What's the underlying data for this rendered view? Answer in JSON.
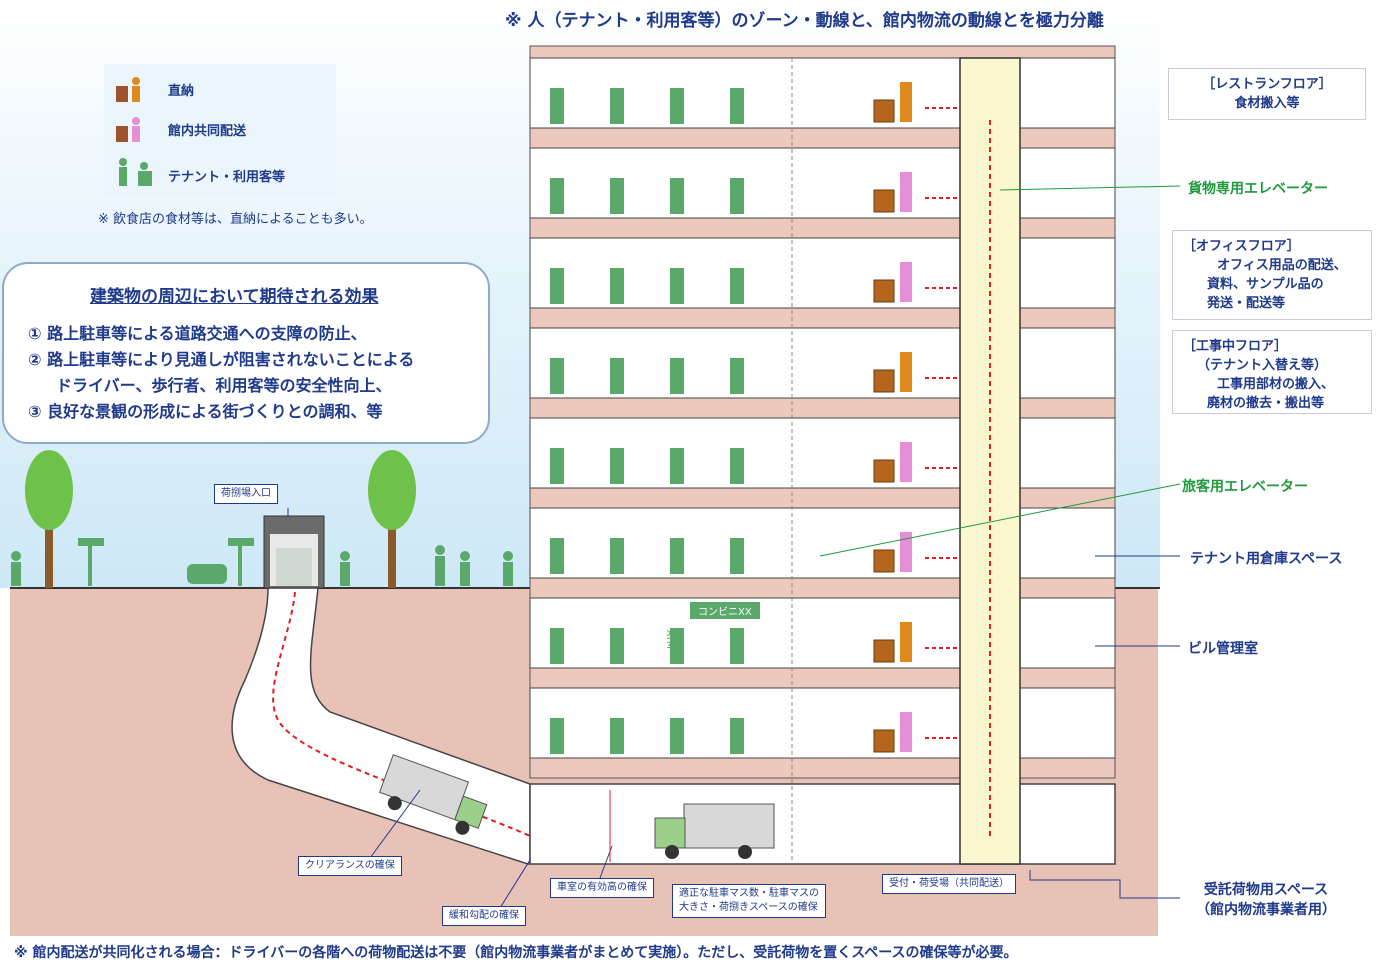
{
  "top_note": "※ 人（テナント・利用客等）のゾーン・動線と、館内物流の動線とを極力分離",
  "legend": {
    "items": [
      {
        "label": "直納",
        "color": "#e08a1e"
      },
      {
        "label": "館内共同配送",
        "color": "#e48fd6"
      },
      {
        "label": "テナント・利用客等",
        "color": "#5aa86a"
      }
    ],
    "note": "※ 飲食店の食材等は、直納によることも多い。"
  },
  "effects": {
    "title": "建築物の周辺において期待される効果",
    "lines": [
      "① 路上駐車等による道路交通への支障の防止、",
      "② 路上駐車等により見通しが阻害されないことによる",
      "ドライバー、歩行者、利用客等の安全性向上、",
      "③ 良好な景観の形成による街づくりとの調和、等"
    ]
  },
  "side_labels": {
    "restaurant_floor": [
      "［レストランフロア］",
      "食材搬入等"
    ],
    "freight_elevator": "貨物専用エレベーター",
    "office_floor": [
      "［オフィスフロア］",
      "オフィス用品の配送、",
      "資料、サンプル品の",
      "発送・配送等"
    ],
    "construction_floor": [
      "［工事中フロア］",
      "（テナント入替え等）",
      "工事用部材の搬入、",
      "廃材の撤去・搬出等"
    ],
    "passenger_elevator": "旅客用エレベーター",
    "tenant_storage": "テナント用倉庫スペース",
    "building_mgmt": "ビル管理室",
    "consigned_space": [
      "受託荷物用スペース",
      "（館内物流事業者用）"
    ]
  },
  "small_labels": {
    "loading_entrance": "荷捌場入口",
    "clearance": "クリアランスの確保",
    "gentle_slope": "緩和勾配の確保",
    "effective_height": "車室の有効高の確保",
    "parking_spaces": [
      "適正な駐車マス数・駐車マスの",
      "大きさ・荷捌きスペースの確保"
    ],
    "reception": "受付・荷受場（共同配送）",
    "convenience_store": "コンビニXX",
    "atm": "ATM"
  },
  "bottom_note": "※ 館内配送が共同化される場合：ドライバーの各階への荷物配送は不要（館内物流事業者がまとめて実施）。ただし、受託荷物を置くスペースの確保等が必要。",
  "colors": {
    "ground": "#e8c2b6",
    "slab": "#edc9bd",
    "elevator_shaft": "#fbf7cf",
    "people": "#5aa86a",
    "direct": "#e08a1e",
    "joint": "#e48fd6",
    "route": "#e02020",
    "text_blue": "#1f3a8a",
    "text_green": "#1f9a3c"
  }
}
